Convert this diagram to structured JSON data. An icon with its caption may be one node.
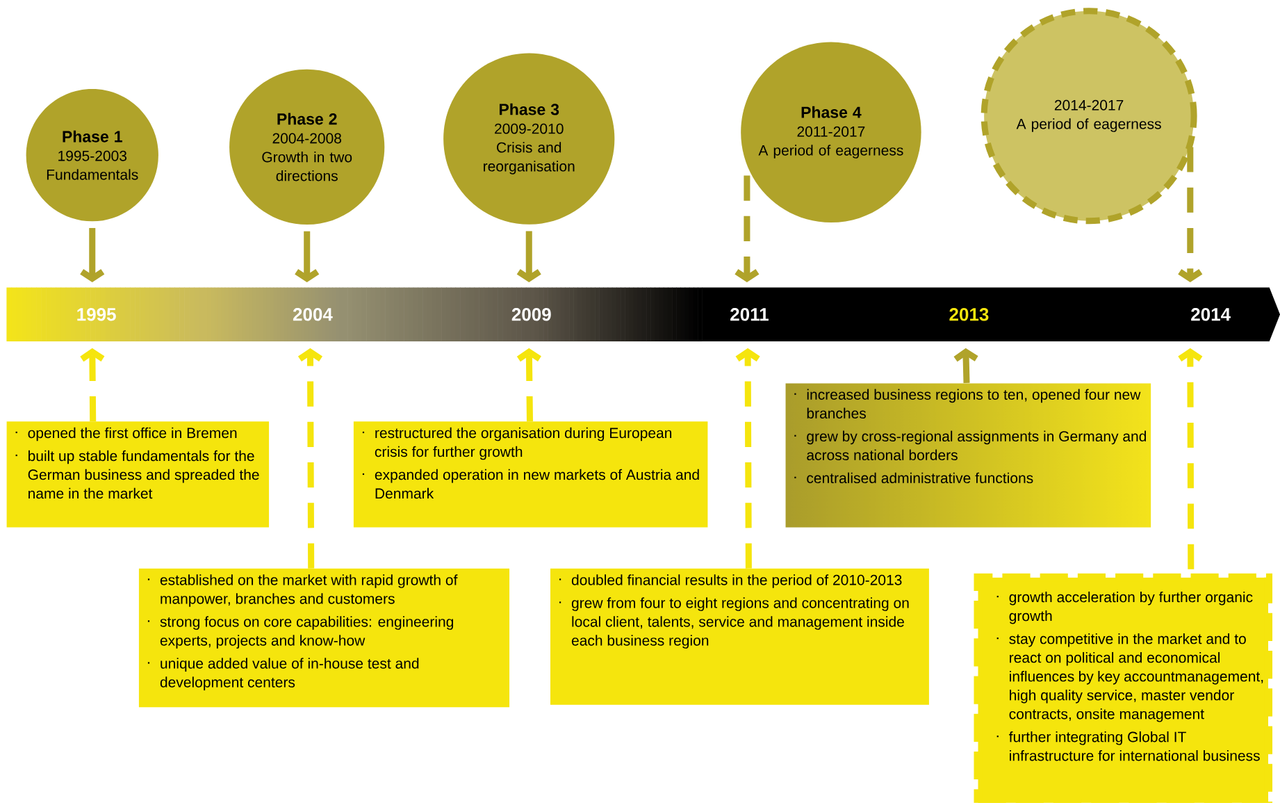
{
  "diagram": {
    "nodes": [
      {
        "text": [
          "Phase 1",
          "1995-2003",
          "Fundamentals"
        ]
      },
      {
        "text": [
          "Phase 2",
          "2004-2008",
          "Growth in two directions"
        ]
      },
      {
        "text": [
          "Phase 3",
          "2009-2010",
          "Crisis and reorganisation"
        ]
      },
      {
        "text": [
          "Phase 4",
          "2011-2017",
          "A period of eagerness"
        ]
      },
      {
        "text": [
          "2014-2017",
          "A period of eagerness"
        ]
      },
      {
        "text": [
          "1995"
        ]
      },
      {
        "text": [
          "2004"
        ]
      },
      {
        "text": [
          "2009"
        ]
      },
      {
        "text": [
          "2011"
        ]
      },
      {
        "text": [
          "2013"
        ]
      },
      {
        "text": [
          "2014"
        ]
      },
      {
        "text": [
          "opened the first office in Bremen",
          "built up stable fundamentals for the German business and spreaded the name in the market"
        ]
      },
      {
        "text": [
          "established on the market with rapid growth of manpower, branches and customers",
          "strong focus on core capabilities: engineering experts, projects and know-how",
          "unique added value of in-house test and development centers"
        ]
      },
      {
        "text": [
          "restructured the organisation during European crisis for further growth",
          "expanded operation in new markets of Austria and Denmark"
        ]
      },
      {
        "text": [
          "doubled financial results in the period of 2010-2013",
          "grew from four to eight regions and concentrating on local client, talents, service and management inside each business region"
        ]
      },
      {
        "text": [
          "increased business regions to ten, opened four new branches",
          "grew by cross-regional assignments in Germany and across national borders",
          "centralised administrative functions"
        ]
      },
      {
        "text": [
          "growth acceleration by further organic growth",
          "stay competitive in the market and to react on political and economical influences by key accountmanagement, high quality service, master vendor contracts, onsite management",
          "further integrating Global IT infrastructure for international business"
        ]
      }
    ],
    "edges": [
      {
        "from": 0,
        "to": 5,
        "arrow": "to"
      },
      {
        "from": 1,
        "to": 6,
        "arrow": "to"
      },
      {
        "from": 2,
        "to": 7,
        "arrow": "to"
      },
      {
        "from": 3,
        "to": 8,
        "arrow": "to",
        "style": "dashed"
      },
      {
        "from": 4,
        "to": 10,
        "arrow": "to",
        "style": "dashed"
      },
      {
        "from": 11,
        "to": 5,
        "arrow": "to",
        "style": "dashed",
        "color": "#f5e50d"
      },
      {
        "from": 12,
        "to": 6,
        "arrow": "to",
        "style": "dashed",
        "color": "#f5e50d"
      },
      {
        "from": 13,
        "to": 7,
        "arrow": "to",
        "style": "dashed",
        "color": "#f5e50d"
      },
      {
        "from": 14,
        "to": 8,
        "arrow": "to",
        "style": "dashed",
        "color": "#f5e50d"
      },
      {
        "from": 15,
        "to": 9,
        "arrow": "to"
      },
      {
        "from": 16,
        "to": 10,
        "arrow": "to",
        "style": "dashed",
        "color": "#f5e50d"
      }
    ]
  }
}
